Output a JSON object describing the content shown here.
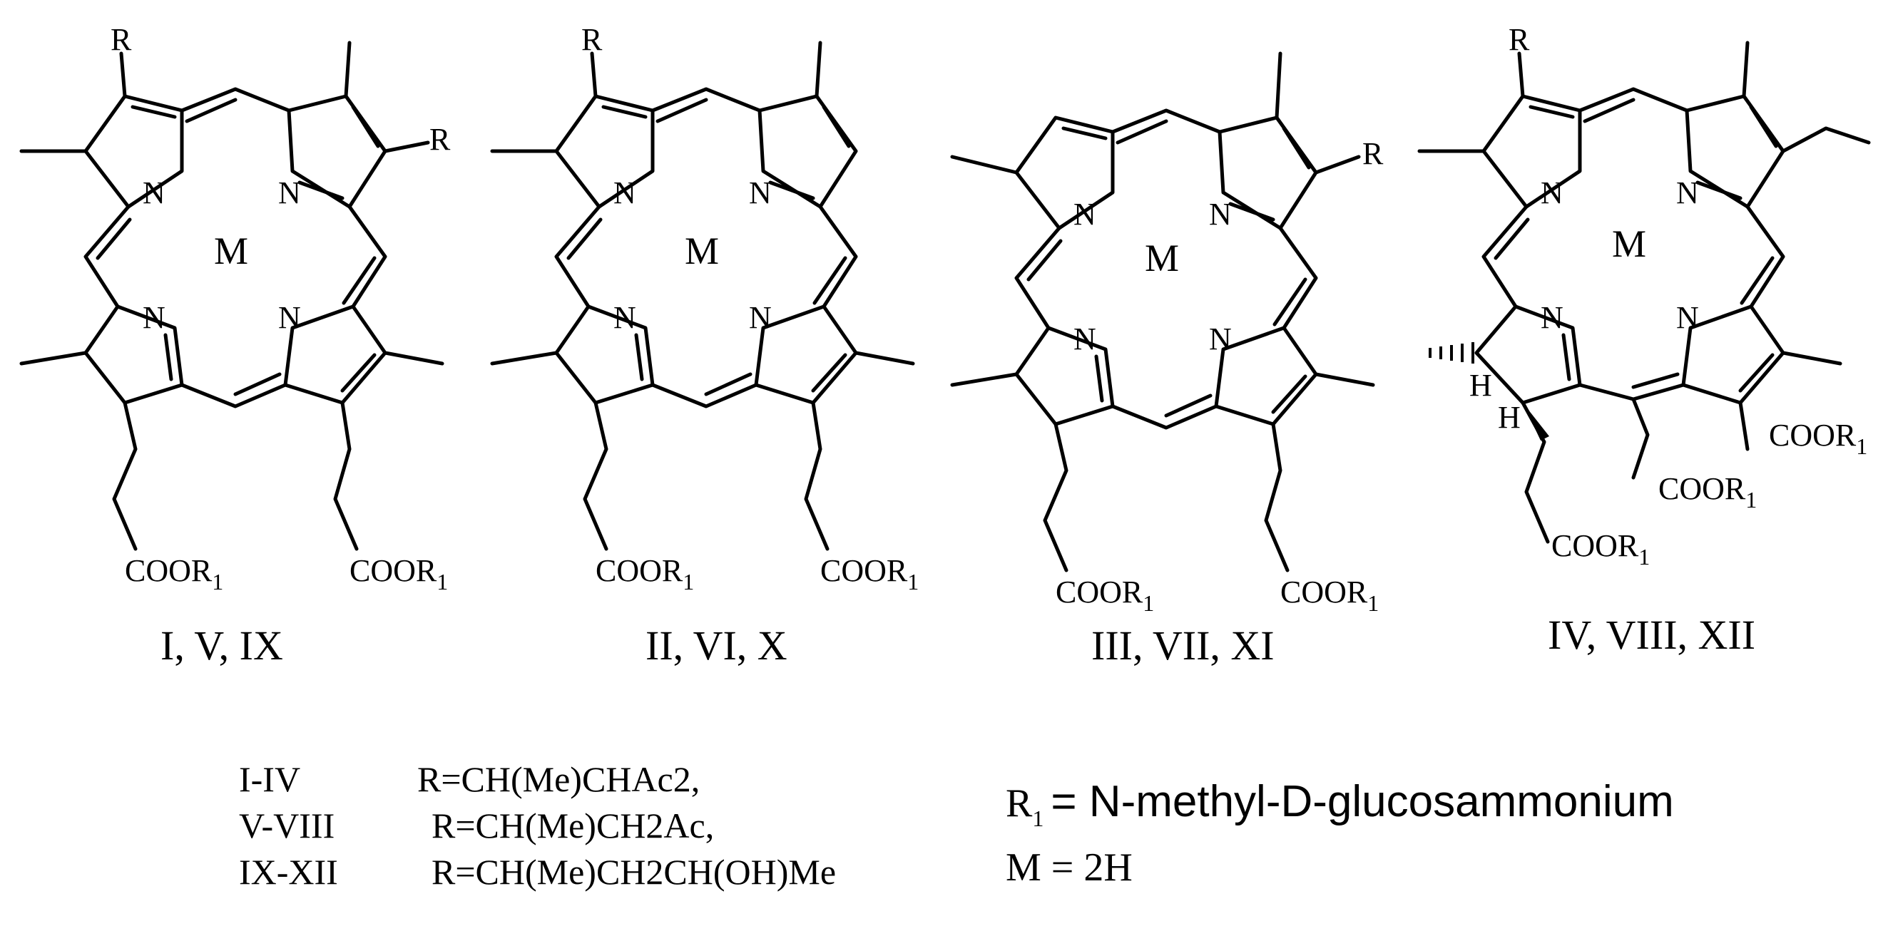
{
  "structures": [
    {
      "caption": "I, V, IX",
      "center": "M",
      "n_labels": [
        "N",
        "N",
        "N",
        "N"
      ],
      "substituents": [
        "R",
        "R"
      ],
      "ester_labels": [
        {
          "main": "COOR",
          "sub": "1"
        },
        {
          "main": "COOR",
          "sub": "1"
        }
      ]
    },
    {
      "caption": "II, VI, X",
      "center": "M",
      "n_labels": [
        "N",
        "N",
        "N",
        "N"
      ],
      "substituents": [
        "R"
      ],
      "ester_labels": [
        {
          "main": "COOR",
          "sub": "1"
        },
        {
          "main": "COOR",
          "sub": "1"
        }
      ]
    },
    {
      "caption": "III, VII, XI",
      "center": "M",
      "n_labels": [
        "N",
        "N",
        "N",
        "N"
      ],
      "substituents": [
        "R"
      ],
      "ester_labels": [
        {
          "main": "COOR",
          "sub": "1"
        },
        {
          "main": "COOR",
          "sub": "1"
        }
      ]
    },
    {
      "caption": "IV, VIII, XII",
      "center": "M",
      "n_labels": [
        "N",
        "N",
        "N",
        "N"
      ],
      "substituents": [
        "R"
      ],
      "stereo_labels": [
        "H",
        "H"
      ],
      "ester_labels": [
        {
          "main": "COOR",
          "sub": "1"
        },
        {
          "main": "COOR",
          "sub": "1"
        },
        {
          "main": "COOR",
          "sub": "1"
        }
      ]
    }
  ],
  "legend": {
    "rows": [
      {
        "compounds": "I-IV",
        "definition": "R=CH(Me)CHAc2,"
      },
      {
        "compounds": "V-VIII",
        "definition": "R=CH(Me)CH2Ac,"
      },
      {
        "compounds": "IX-XII",
        "definition": "R=CH(Me)CH2CH(OH)Me"
      }
    ],
    "r1": {
      "symbol": "R",
      "sub": "1",
      "definition": "= N-methyl-D-glucosammonium"
    },
    "m": "M = 2H"
  }
}
